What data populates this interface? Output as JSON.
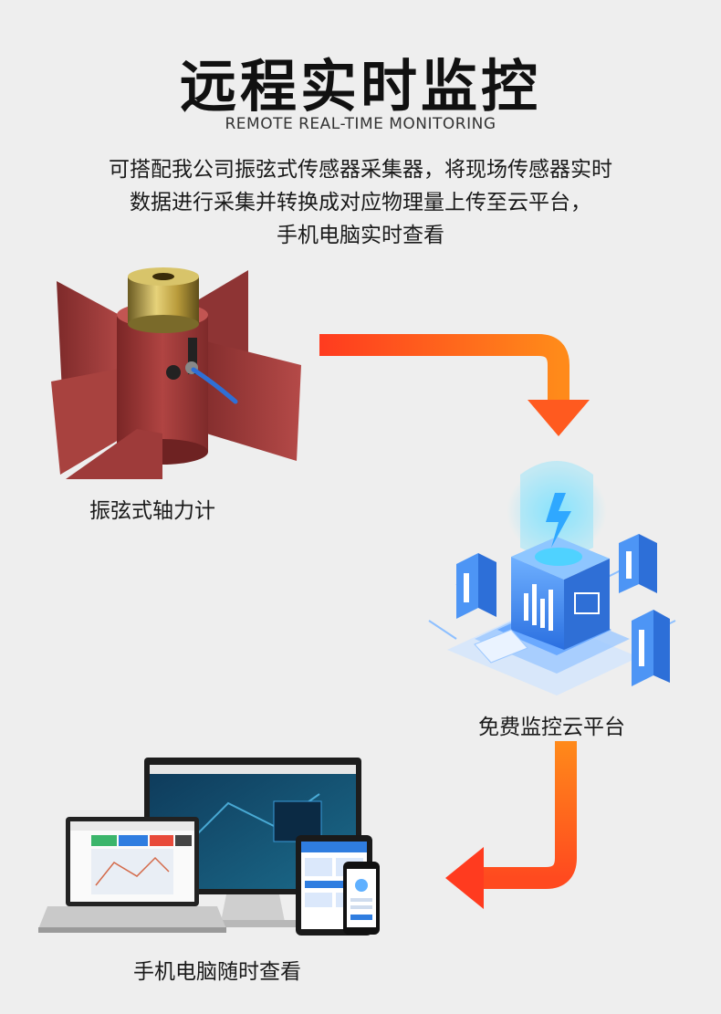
{
  "header": {
    "title": "远程实时监控",
    "subtitle": "REMOTE REAL-TIME MONITORING"
  },
  "description": {
    "line1": "可搭配我公司振弦式传感器采集器，将现场传感器实时",
    "line2": "数据进行采集并转换成对应物理量上传至云平台，",
    "line3": "手机电脑实时查看"
  },
  "captions": {
    "sensor": "振弦式轴力计",
    "cloud": "免费监控云平台",
    "devices": "手机电脑随时查看"
  },
  "colors": {
    "arrow_start": "#ff3b1f",
    "arrow_end": "#ff8a1a",
    "sensor_body": "#9a3a3a",
    "cloud_blue": "#3d8bf0"
  }
}
